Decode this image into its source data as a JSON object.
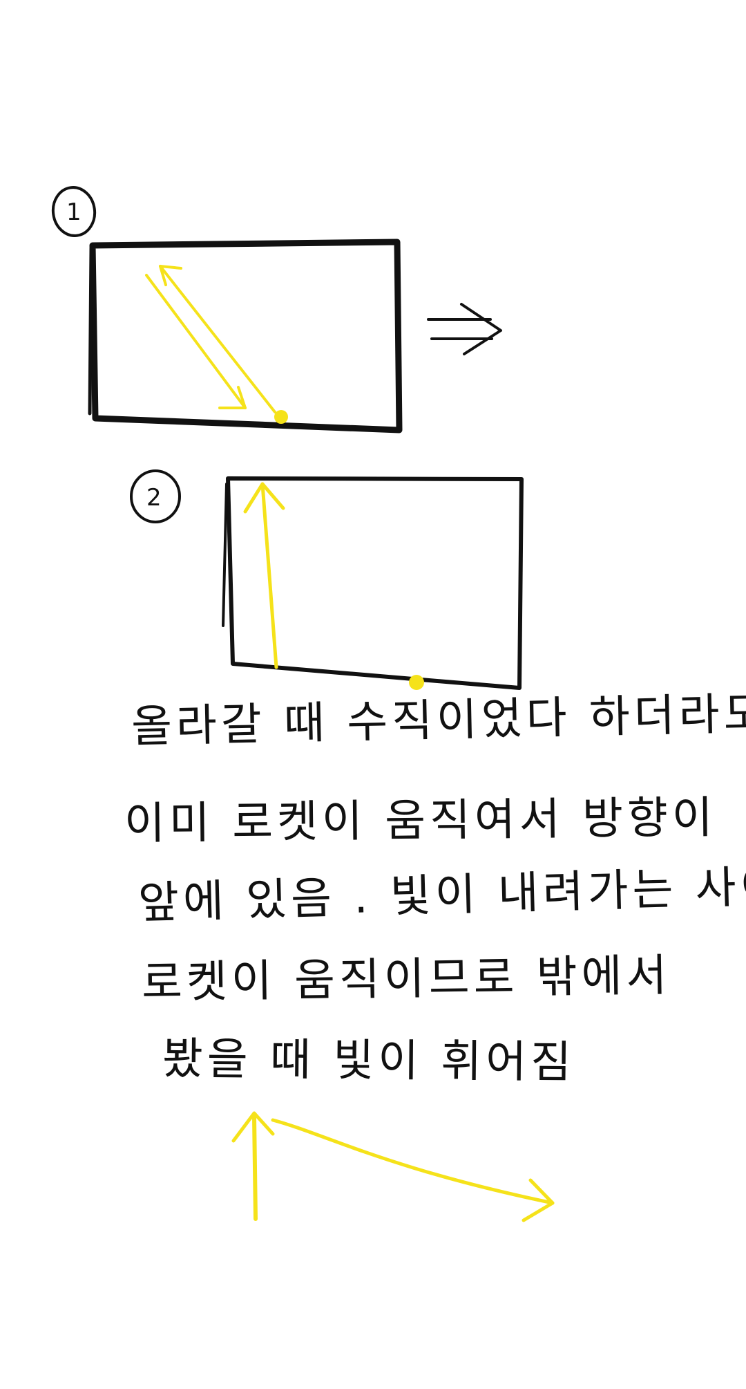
{
  "labels": {
    "step1": "1",
    "step2": "2"
  },
  "handwritten_note": [
    "올라갈 때 수직이었다 하더라도",
    "이미 로켓이 움직여서 방향이",
    "앞에 있음 . 빛이 내려가는 사이",
    "로켓이 움직이므로 밖에서",
    "봤을 때 빛이 휘어짐"
  ],
  "colors": {
    "ink": "#111111",
    "light_path": "#f5e21a"
  },
  "icons": {
    "motion_arrow": "double-arrow-right-icon"
  }
}
